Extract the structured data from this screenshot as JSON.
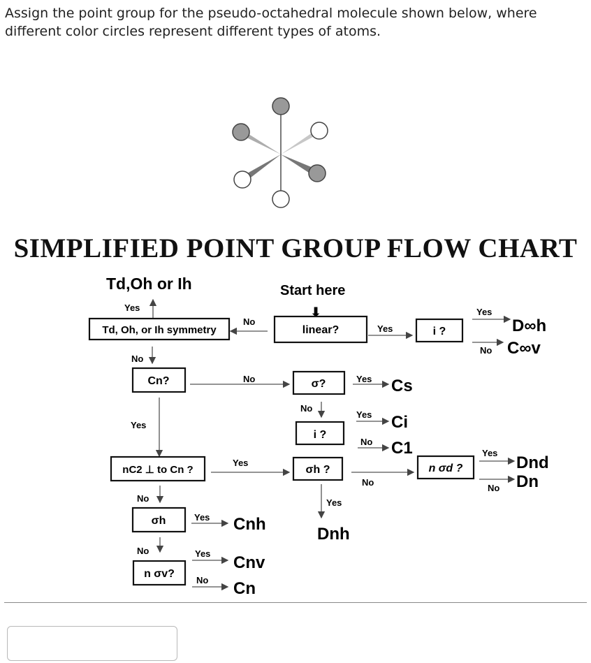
{
  "question": "Assign the point group for the pseudo-octahedral molecule shown below, where different color circles represent different types of atoms.",
  "chart_title": "SIMPLIFIED POINT GROUP FLOW CHART",
  "flow": {
    "top_result": "Td,Oh or Ih",
    "start_here": "Start here",
    "box_tdohih": "Td, Oh, or Ih symmetry",
    "box_linear": "linear?",
    "box_i_linear": "i ?",
    "box_cn": "Cn?",
    "box_sigma": "σ?",
    "box_i": "i ?",
    "box_nc2": "nC2 ⊥ to Cn ?",
    "box_sigma_h": "σh ?",
    "box_n_sigma_d": "n σd ?",
    "box_sigma_h2": "σh",
    "box_n_sigma_v": "n σv?",
    "results": {
      "dinfh": "D∞h",
      "cinfv": "C∞v",
      "cs": "Cs",
      "ci": "Ci",
      "c1": "C1",
      "dnd": "Dnd",
      "dn": "Dn",
      "dnh": "Dnh",
      "cnh": "Cnh",
      "cnv": "Cnv",
      "cn": "Cn"
    },
    "labels": {
      "yes": "Yes",
      "no": "No"
    }
  },
  "answer": {
    "value": ""
  }
}
